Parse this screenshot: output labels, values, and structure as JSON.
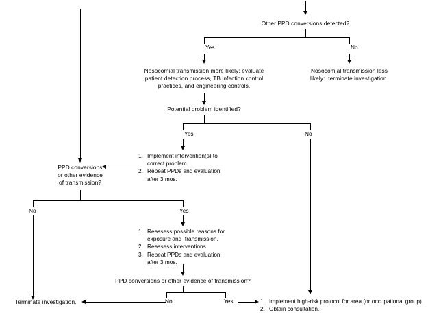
{
  "diagram": {
    "title": "PPD conversion investigation flowchart",
    "line_color": "#000000",
    "background_color": "#ffffff"
  },
  "nodes": {
    "other_ppd_conversions": "Other PPD conversions detected?",
    "nosocomial_more_likely": "Nosocomial transmission more likely: evaluate\npatient detection process, TB infection control\npractices, and engineering controls.",
    "nosocomial_less_likely": "Nosocomial transmission less\nlikely:  terminate investigation.",
    "potential_problem": "Potential problem identified?",
    "intervene_1": "Implement intervention(s) to\ncorrect problem.",
    "intervene_2": "Repeat PPDs and evaluation\nafter 3 mos.",
    "ppd_conversions_evidence": "PPD conversions\nor other evidence\nof transmission?",
    "reassess_1": "Reassess possible reasons for\nexposure and  transmission.",
    "reassess_2": "Reassess interventions.",
    "reassess_3": "Repeat PPDs and evaluation\nafter 3 mos.",
    "ppd_conversions_evidence_2": "PPD conversions or other evidence of transmission?",
    "terminate_investigation": "Terminate investigation.",
    "high_risk_1": "Implement high-risk protocol for area (or occupational group).",
    "high_risk_2": "Obtain consultation."
  },
  "list_numbers": {
    "n1": "1.",
    "n2": "2.",
    "n3": "3."
  },
  "branch_labels": {
    "other_ppd_yes": "Yes",
    "other_ppd_no": "No",
    "potential_yes": "Yes",
    "potential_no": "No",
    "conversions_no": "No",
    "conversions_yes": "Yes",
    "conversions2_no": "No",
    "conversions2_yes": "Yes"
  }
}
